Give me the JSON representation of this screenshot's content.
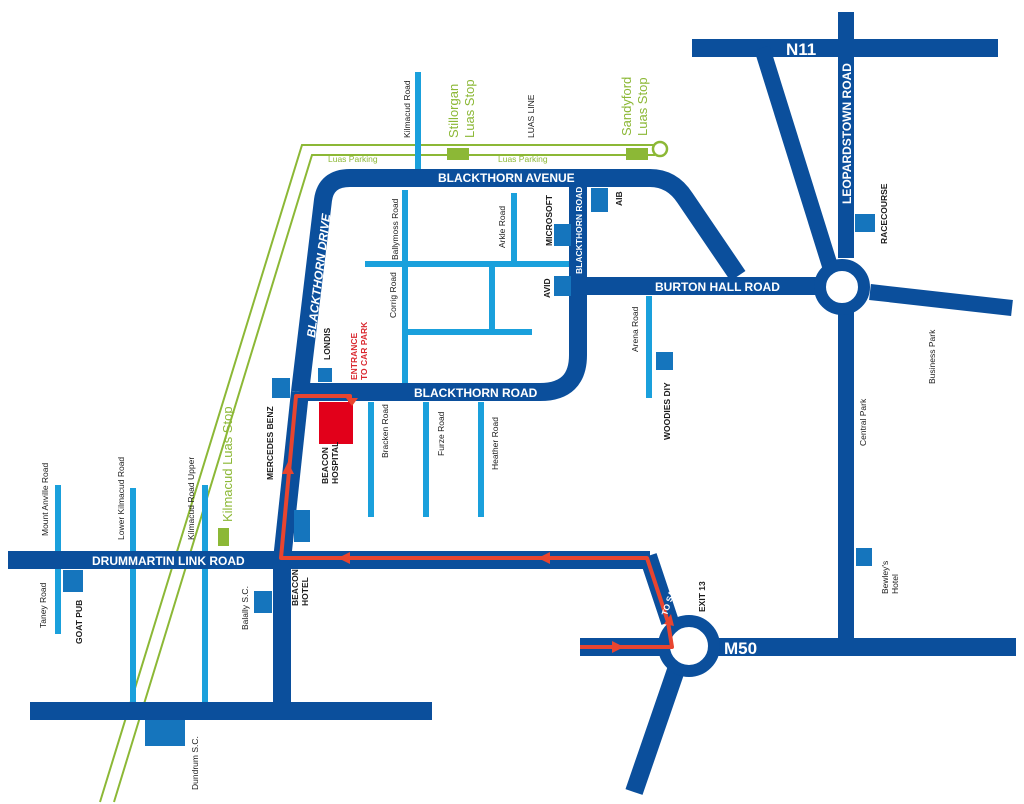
{
  "colors": {
    "main_road": "#0b4f9c",
    "minor_road": "#1aa0dc",
    "luas": "#8cb836",
    "route": "#e8452f",
    "hospital": "#e2001a",
    "building": "#1575bd"
  },
  "main_roads": {
    "n11": "N11",
    "m50": "M50",
    "blackthorn_avenue": "BLACKTHORN AVENUE",
    "blackthorn_drive": "BLACKTHORN DRIVE",
    "blackthorn_road_lower": "BLACKTHORN ROAD",
    "blackthorn_road_vertical": "BLACKTHORN ROAD",
    "burton_hall_road": "BURTON HALL ROAD",
    "leopardstown_road": "LEOPARDSTOWN ROAD",
    "drummartin_link_road": "DRUMMARTIN LINK ROAD",
    "exit_13": "EXIT 13",
    "to_sandyford": "TO SANDYFORD"
  },
  "minor_roads": {
    "kilmacud_road": "Kilmacud Road",
    "ballymoss_road": "Ballymoss Road",
    "arkle_road": "Arkle Road",
    "corrig_road": "Corrig Road",
    "bracken_road": "Bracken Road",
    "furze_road": "Furze Road",
    "heather_road": "Heather Road",
    "arena_road": "Arena Road",
    "central_park": "Central Park",
    "business_park": "Business Park",
    "mount_anville_road": "Mount Anville Road",
    "lower_kilmacud_road": "Lower Kilmacud Road",
    "kilmacud_road_upper": "Kilmacud Road Upper",
    "taney_road": "Taney Road"
  },
  "luas": {
    "stillorgan_line1": "Stillorgan",
    "stillorgan_line2": "Luas Stop",
    "sandyford_line1": "Sandyford",
    "sandyford_line2": "Luas Stop",
    "kilmacud_stop": "Kilmacud Luas Stop",
    "luas_line": "LUAS LINE",
    "luas_parking_left": "Luas Parking",
    "luas_parking_right": "Luas Parking"
  },
  "places": {
    "microsoft": "MICROSOFT",
    "aib": "AIB",
    "avid": "AVID",
    "racecourse": "RACECOURSE",
    "woodies_diy": "WOODIES DIY",
    "londis": "LONDIS",
    "entrance_line1": "ENTRANCE",
    "entrance_line2": "TO CAR PARK",
    "mercedes_benz": "MERCEDES BENZ",
    "beacon_hospital_line1": "BEACON",
    "beacon_hospital_line2": "HOSPITAL",
    "beacon_hotel_line1": "BEACON",
    "beacon_hotel_line2": "HOTEL",
    "balally_sc": "Balally S.C.",
    "goat_pub": "GOAT PUB",
    "dundrum_sc": "Dundrum S.C.",
    "bewleys_line1": "Bewley's",
    "bewleys_line2": "Hotel"
  },
  "icons": [
    "route-arrow-icon",
    "luas-stop-icon",
    "roundabout-icon"
  ]
}
